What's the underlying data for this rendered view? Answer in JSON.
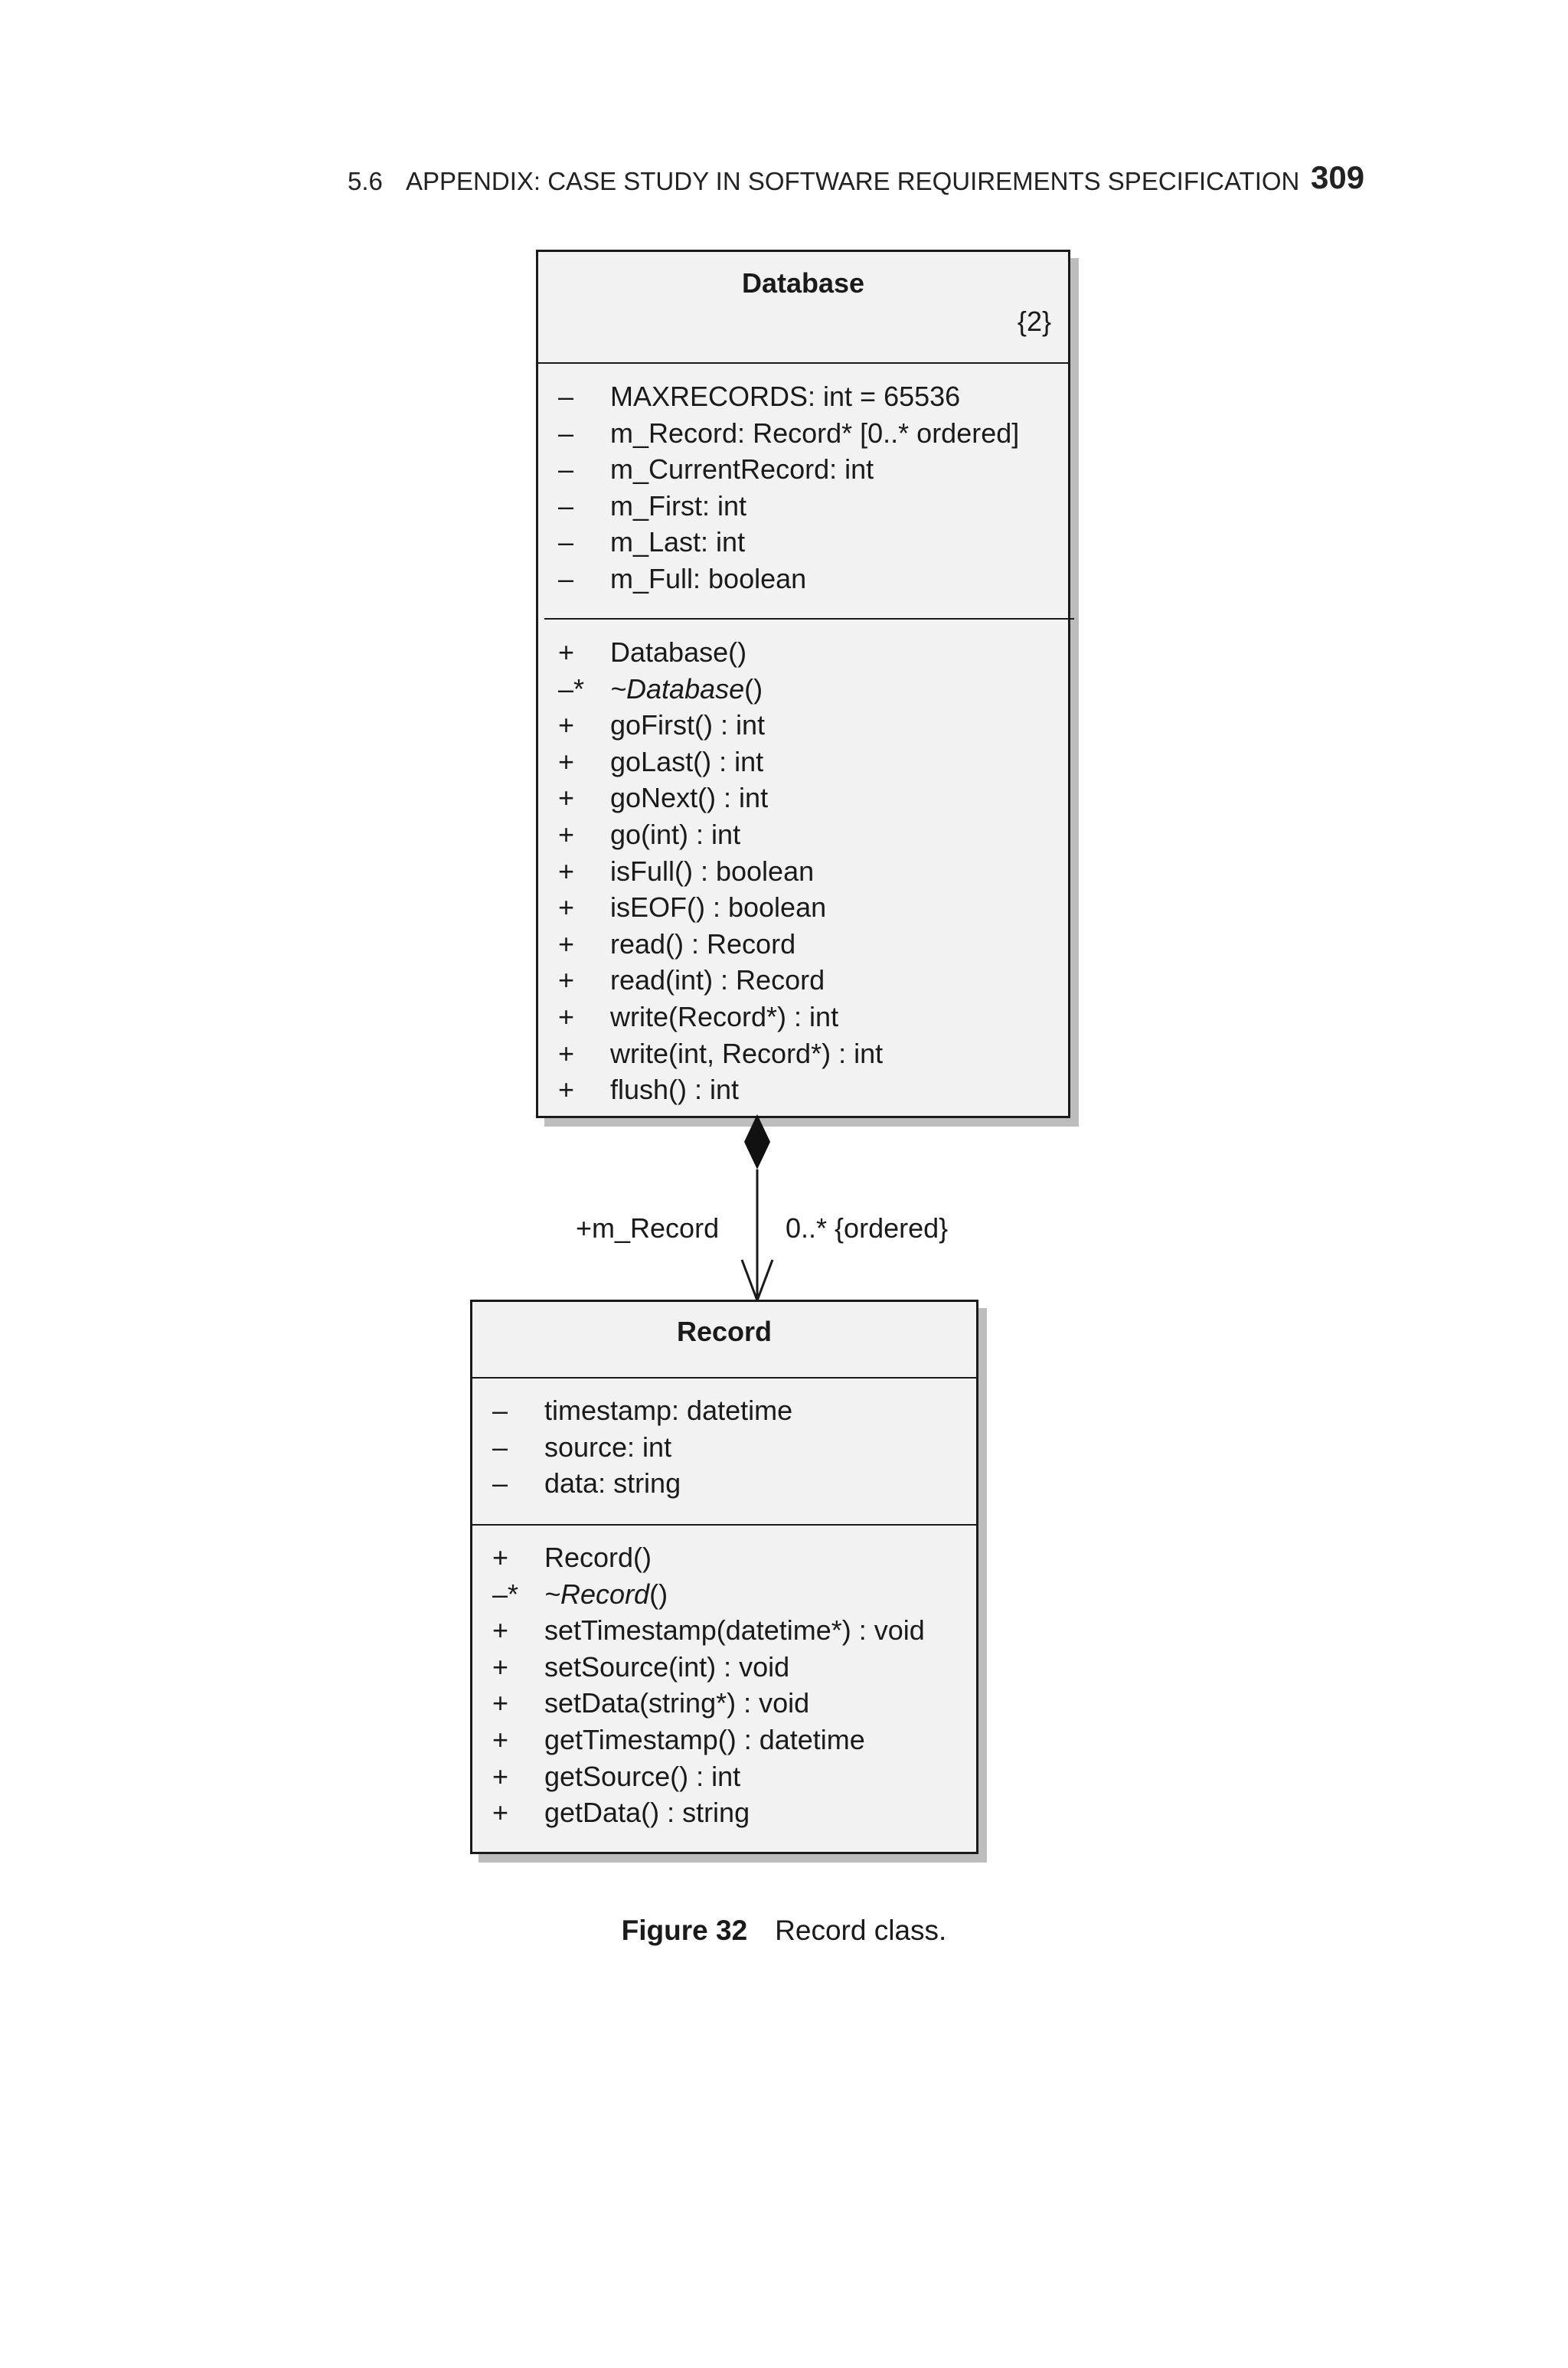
{
  "header": {
    "section": "5.6",
    "title": "APPENDIX: CASE STUDY IN SOFTWARE REQUIREMENTS SPECIFICATION",
    "page_number": "309"
  },
  "database_class": {
    "name": "Database",
    "tag": "{2}",
    "attributes": [
      {
        "vis": "–",
        "text": "MAXRECORDS:  int = 65536"
      },
      {
        "vis": "–",
        "text": "m_Record:  Record* [0..* ordered]"
      },
      {
        "vis": "–",
        "text": "m_CurrentRecord:  int"
      },
      {
        "vis": "–",
        "text": "m_First:  int"
      },
      {
        "vis": "–",
        "text": "m_Last:  int"
      },
      {
        "vis": "–",
        "text": "m_Full:  boolean"
      }
    ],
    "operations": [
      {
        "vis": "+",
        "text": "Database()"
      },
      {
        "vis": "–*",
        "text": "~Database",
        "suffix": "()"
      },
      {
        "vis": "+",
        "text": "goFirst() : int"
      },
      {
        "vis": "+",
        "text": "goLast() : int"
      },
      {
        "vis": "+",
        "text": "goNext() : int"
      },
      {
        "vis": "+",
        "text": "go(int) : int"
      },
      {
        "vis": "+",
        "text": "isFull() : boolean"
      },
      {
        "vis": "+",
        "text": "isEOF() : boolean"
      },
      {
        "vis": "+",
        "text": "read() : Record"
      },
      {
        "vis": "+",
        "text": "read(int) : Record"
      },
      {
        "vis": "+",
        "text": "write(Record*) : int"
      },
      {
        "vis": "+",
        "text": "write(int, Record*) : int"
      },
      {
        "vis": "+",
        "text": "flush() : int"
      }
    ]
  },
  "association": {
    "role": "+m_Record",
    "multiplicity": "0..* {ordered}"
  },
  "record_class": {
    "name": "Record",
    "attributes": [
      {
        "vis": "–",
        "text": "timestamp:  datetime"
      },
      {
        "vis": "–",
        "text": "source:  int"
      },
      {
        "vis": "–",
        "text": "data:  string"
      }
    ],
    "operations": [
      {
        "vis": "+",
        "text": "Record()"
      },
      {
        "vis": "–*",
        "text": "~Record",
        "suffix": "()"
      },
      {
        "vis": "+",
        "text": "setTimestamp(datetime*) : void"
      },
      {
        "vis": "+",
        "text": "setSource(int) : void"
      },
      {
        "vis": "+",
        "text": "setData(string*) : void"
      },
      {
        "vis": "+",
        "text": "getTimestamp() : datetime"
      },
      {
        "vis": "+",
        "text": "getSource() : int"
      },
      {
        "vis": "+",
        "text": "getData() : string"
      }
    ]
  },
  "caption": {
    "figure_number": "Figure 32",
    "text": "Record class."
  }
}
